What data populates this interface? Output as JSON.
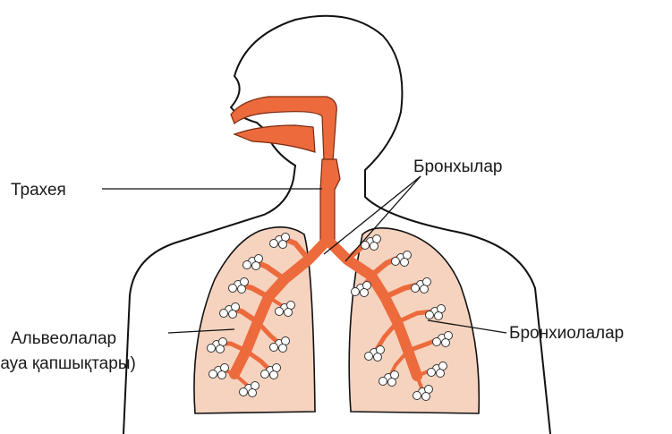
{
  "labels": {
    "trachea": "Трахея",
    "bronchi": "Бронхылар",
    "alveoli_line1": "Альвеолалар",
    "alveoli_line2": "(ауа қапшықтары)",
    "bronchioles": "Бронхиолалар"
  },
  "colors": {
    "airway": "#ec6a3c",
    "airway_stroke": "#7a2a10",
    "lung_fill": "#f6d3bf",
    "outline": "#111111",
    "alveoli_fill": "#ffffff"
  }
}
